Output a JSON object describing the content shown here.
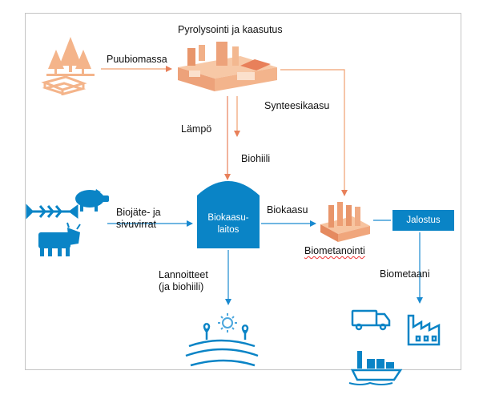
{
  "labels": {
    "pyrolysis": "Pyrolysointi ja kaasutus",
    "wood_biomass": "Puubiomassa",
    "heat": "Lämpö",
    "synthesis_gas": "Synteesikaasu",
    "biochar": "Biohiili",
    "biowaste": "Biojäte- ja\nsivuvirrat",
    "biogas_plant": "Biokaasu-\nlaitos",
    "biogas": "Biokaasu",
    "methanation": "Biometanointi",
    "refining": "Jalostus",
    "fertilizers": "Lannoitteet\n(ja biohiili)",
    "biomethane": "Biometaani"
  },
  "colors": {
    "orange": "#f0a070",
    "orange_dark": "#e8805a",
    "blue": "#0a84c6",
    "blue_light": "#4aa6dd",
    "frame": "#c4c4c4"
  },
  "icons": [
    "trees-icon",
    "pallet-icon",
    "pyrolysis-plant-icon",
    "methanation-plant-icon",
    "fish-icon",
    "pig-icon",
    "cow-icon",
    "field-icon",
    "sun-icon",
    "truck-icon",
    "factory-icon",
    "ship-icon"
  ]
}
